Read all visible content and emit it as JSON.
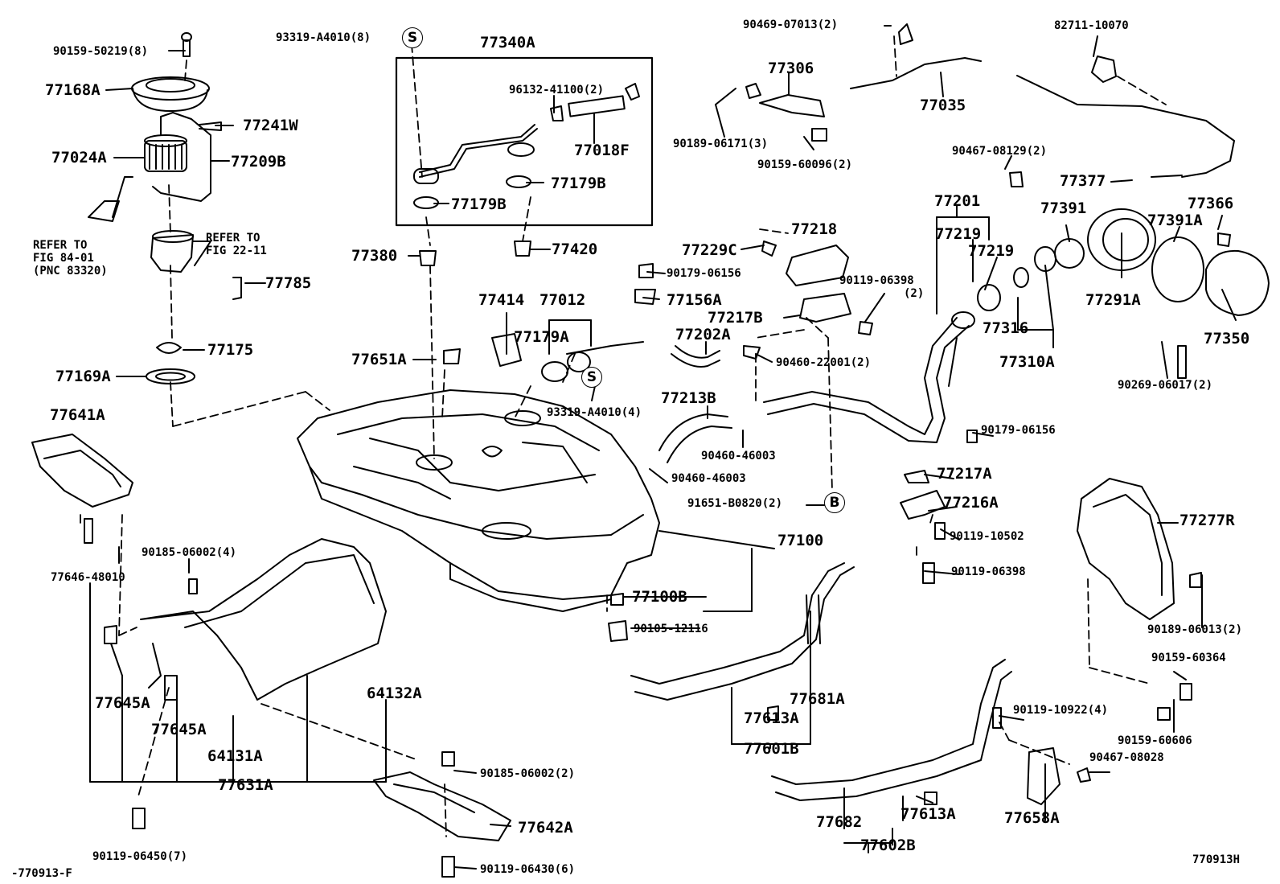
{
  "labels": {
    "p77340A": "77340A",
    "p93319_top": "93319-A4010(8)",
    "p90159_50219": "90159-50219(8)",
    "p77168A": "77168A",
    "p77241W": "77241W",
    "p77024A": "77024A",
    "p77209B": "77209B",
    "p96132": "96132-41100(2)",
    "p77018F": "77018F",
    "p77179B_a": "77179B",
    "p77179B_b": "77179B",
    "p77420": "77420",
    "p77380": "77380",
    "p77785": "77785",
    "p77175": "77175",
    "p77169A": "77169A",
    "p77641A": "77641A",
    "p77414": "77414",
    "p77012": "77012",
    "p77179A": "77179A",
    "p77651A": "77651A",
    "p93319_mid": "93319-A4010(4)",
    "p90179_06156_a": "90179-06156",
    "p77156A": "77156A",
    "p77202A": "77202A",
    "p77213B": "77213B",
    "p90460_46003_a": "90460-46003",
    "p90460_46003_b": "90460-46003",
    "p91651": "91651-B0820(2)",
    "p77229C": "77229C",
    "p77218": "77218",
    "p77217B": "77217B",
    "p90460_22001": "90460-22001(2)",
    "p90119_06398_a": "90119-06398",
    "p90119_06398_a2": "(2)",
    "p90469": "90469-07013(2)",
    "p77306": "77306",
    "p90189_06171": "90189-06171(3)",
    "p90159_60096": "90159-60096(2)",
    "p82711": "82711-10070",
    "p77035": "77035",
    "p90467_08129": "90467-08129(2)",
    "p77377": "77377",
    "p77201": "77201",
    "p77219_a": "77219",
    "p77219_b": "77219",
    "p77391": "77391",
    "p77391A": "77391A",
    "p77366": "77366",
    "p77316": "77316",
    "p77291A": "77291A",
    "p77350": "77350",
    "p77310A": "77310A",
    "p90269": "90269-06017(2)",
    "p90179_06156_b": "90179-06156",
    "p77217A": "77217A",
    "p77216A": "77216A",
    "p90119_10502": "90119-10502",
    "p90119_06398_b": "90119-06398",
    "p77277R": "77277R",
    "p90189_06013": "90189-06013(2)",
    "p90159_60364": "90159-60364",
    "p90159_60606": "90159-60606",
    "p90467_08028": "90467-08028",
    "p90119_10922": "90119-10922(4)",
    "p77658A": "77658A",
    "p77100": "77100",
    "p77100B": "77100B",
    "p90105": "90105-12116",
    "p77681A": "77681A",
    "p77613A_a": "77613A",
    "p77601B": "77601B",
    "p77682": "77682",
    "p77613A_b": "77613A",
    "p77602B": "77602B",
    "p90185_06002_a": "90185-06002(4)",
    "p77646": "77646-48010",
    "p77645A_a": "77645A",
    "p77645A_b": "77645A",
    "p64131A": "64131A",
    "p64132A": "64132A",
    "p77631A": "77631A",
    "p90185_06002_b": "90185-06002(2)",
    "p77642A": "77642A",
    "p90119_06450": "90119-06450(7)",
    "p90119_06430": "90119-06430(6)",
    "footer_left": "-770913-F",
    "footer_right": "770913H"
  },
  "notes": {
    "refer_left": "REFER TO\nFIG 84-01\n(PNC 83320)",
    "refer_right": "REFER TO\nFIG 22-11"
  },
  "markers": {
    "s_top": "S",
    "s_mid": "S",
    "b_mid": "B"
  }
}
